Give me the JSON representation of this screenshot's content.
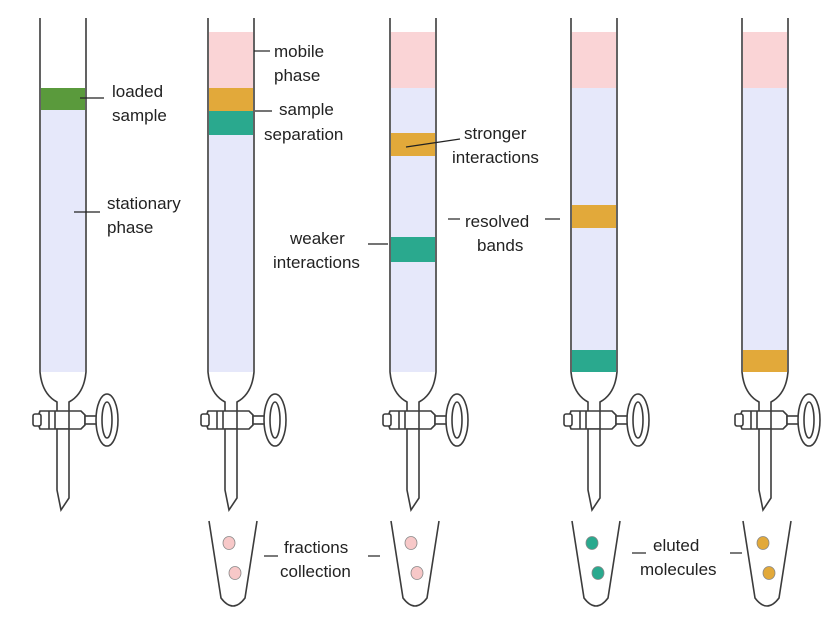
{
  "labels": {
    "loaded_sample": [
      "loaded",
      "sample"
    ],
    "stationary_phase": [
      "stationary",
      "phase"
    ],
    "mobile_phase": [
      "mobile",
      "phase"
    ],
    "sample_separation": [
      "sample",
      "separation"
    ],
    "stronger_interactions": [
      "stronger",
      "interactions"
    ],
    "weaker_interactions": [
      "weaker",
      "interactions"
    ],
    "resolved_bands": [
      "resolved",
      "bands"
    ],
    "fractions_collection": [
      "fractions",
      "collection"
    ],
    "eluted_molecules": [
      "eluted",
      "molecules"
    ]
  },
  "colors": {
    "stationary_phase": "#e6e8fa",
    "mobile_phase": "#fad4d6",
    "loaded_sample": "#5a9a3c",
    "band_orange": "#e2a93a",
    "band_teal": "#2aa98e",
    "drop_pink": "#f7c8c8",
    "drop_teal": "#2aa98e",
    "drop_orange": "#e2a93a"
  },
  "columns": [
    {
      "id": "column-1-loaded",
      "mobile_phase": false,
      "bands": [
        "loaded_sample"
      ],
      "fraction_tube": null
    },
    {
      "id": "column-2-separation",
      "mobile_phase": true,
      "bands": [
        "band_orange",
        "band_teal"
      ],
      "fraction_tube": "drop_pink"
    },
    {
      "id": "column-3-resolved",
      "mobile_phase": true,
      "bands": [
        "band_orange",
        "band_teal"
      ],
      "fraction_tube": "drop_pink"
    },
    {
      "id": "column-4-teal-eluting",
      "mobile_phase": true,
      "bands": [
        "band_orange",
        "band_teal"
      ],
      "fraction_tube": "drop_teal"
    },
    {
      "id": "column-5-orange-eluting",
      "mobile_phase": true,
      "bands": [
        "band_orange"
      ],
      "fraction_tube": "drop_orange"
    }
  ]
}
